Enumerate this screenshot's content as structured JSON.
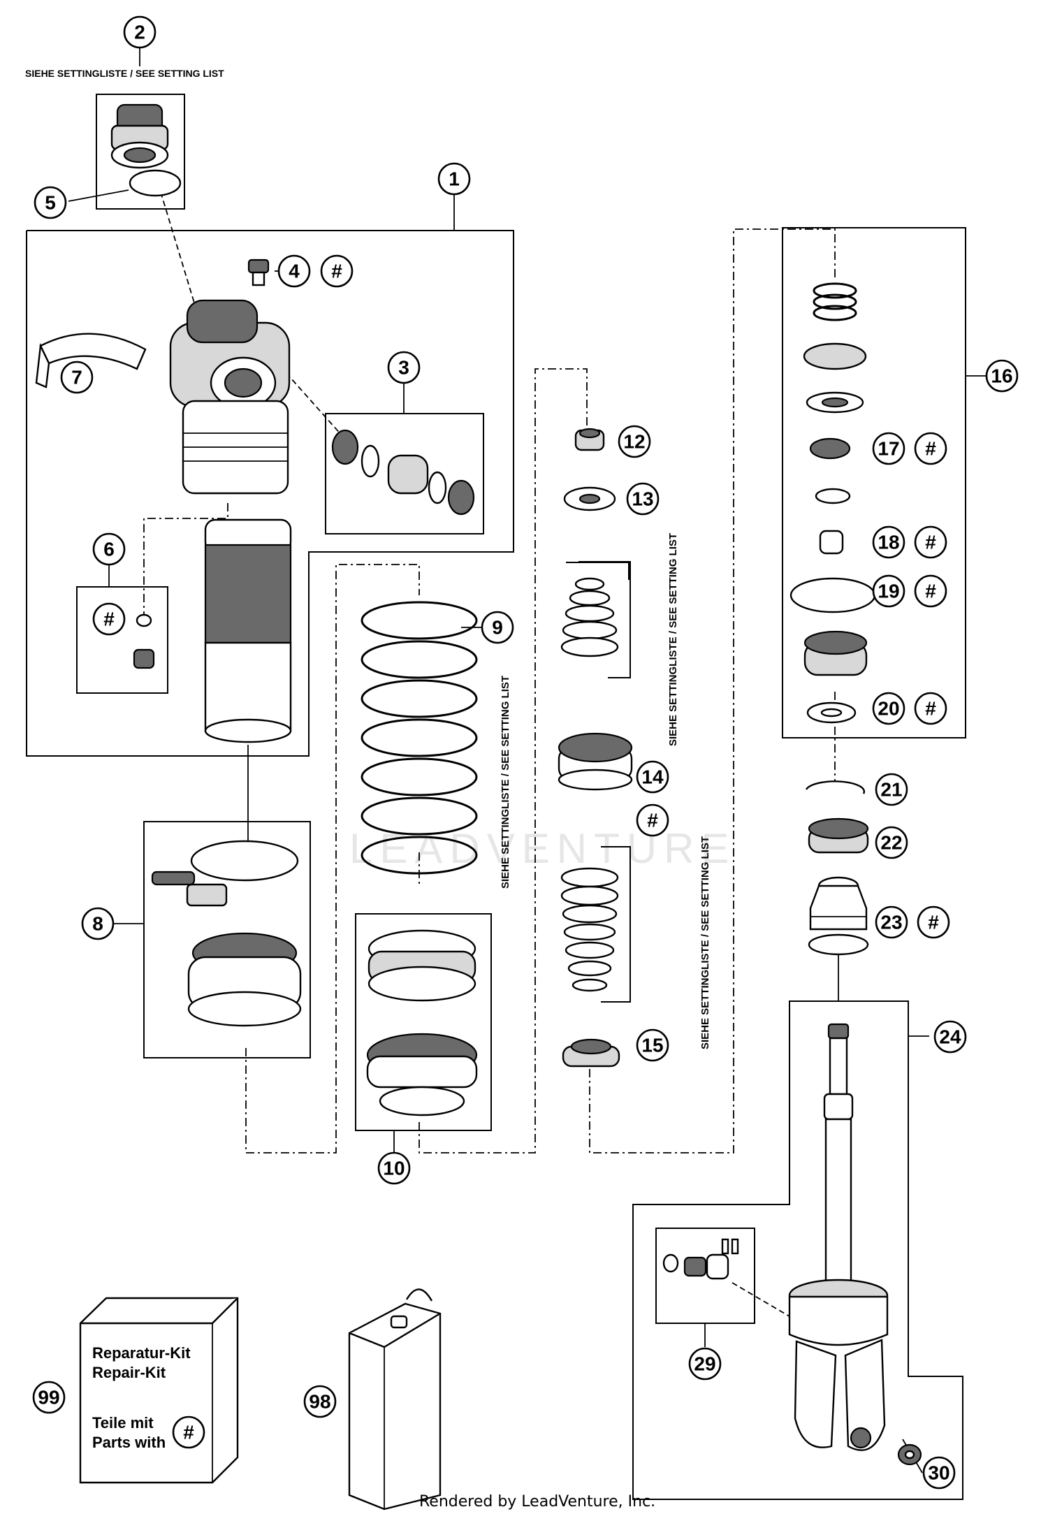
{
  "diagram": {
    "setting_note": "SIEHE SETTINGLISTE / SEE SETTING LIST",
    "hash_symbol": "#",
    "watermark": "LEADVENTURE",
    "credit": "Rendered by LeadVenture, Inc.",
    "repair_kit": {
      "line1": "Reparatur-Kit",
      "line2": "Repair-Kit",
      "line3": "Teile mit",
      "line4": "Parts with"
    },
    "callouts": [
      "1",
      "2",
      "3",
      "4",
      "5",
      "6",
      "7",
      "8",
      "9",
      "10",
      "12",
      "13",
      "14",
      "15",
      "16",
      "17",
      "18",
      "19",
      "20",
      "21",
      "22",
      "23",
      "24",
      "29",
      "30",
      "98",
      "99"
    ]
  }
}
